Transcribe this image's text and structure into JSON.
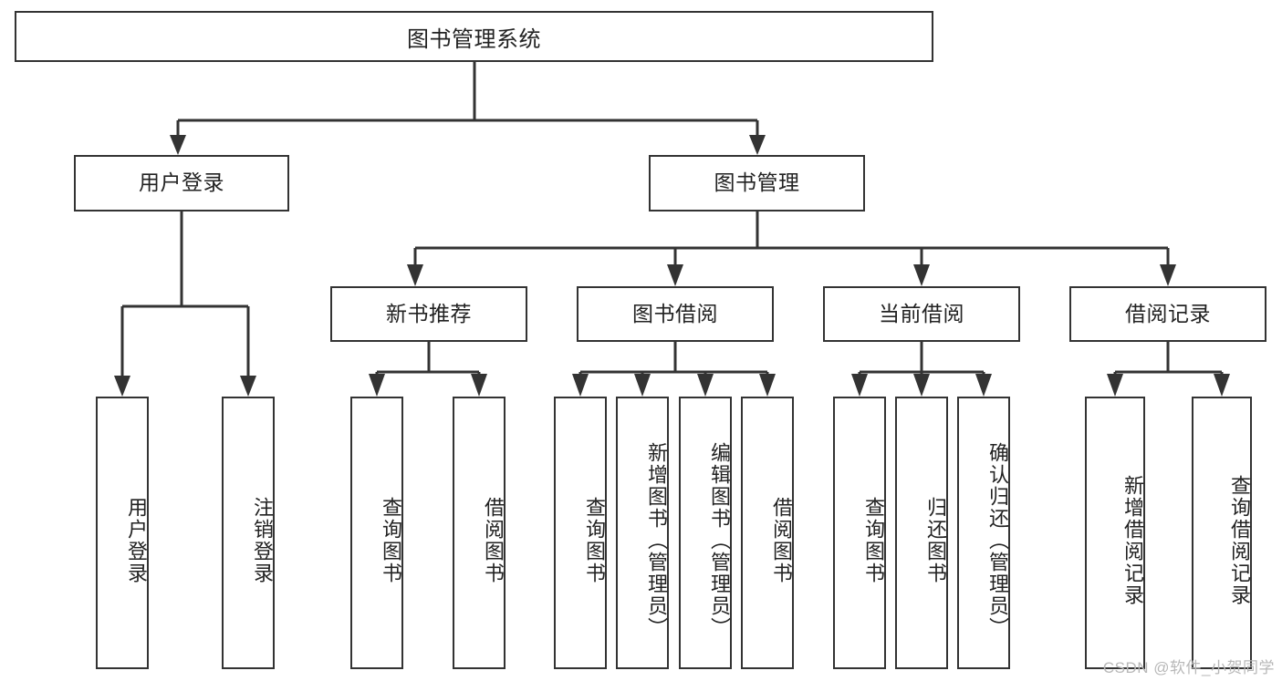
{
  "diagram": {
    "type": "tree",
    "title": "图书管理系统",
    "watermark": "CSDN @软件_小贺同学",
    "colors": {
      "stroke": "#333333",
      "fill": "#ffffff",
      "text": "#222222",
      "watermark": "#b8b8b8"
    },
    "levels": {
      "root": {
        "label": "图书管理系统"
      },
      "level2": [
        {
          "label": "用户登录"
        },
        {
          "label": "图书管理"
        }
      ],
      "level3": [
        {
          "label": "新书推荐"
        },
        {
          "label": "图书借阅"
        },
        {
          "label": "当前借阅"
        },
        {
          "label": "借阅记录"
        }
      ],
      "level4": [
        {
          "label": "用户登录",
          "parent": "用户登录"
        },
        {
          "label": "注销登录",
          "parent": "用户登录"
        },
        {
          "label": "查询图书",
          "parent": "新书推荐"
        },
        {
          "label": "借阅图书",
          "parent": "新书推荐"
        },
        {
          "label": "查询图书",
          "parent": "图书借阅"
        },
        {
          "label": "新增图书（管理员）",
          "parent": "图书借阅"
        },
        {
          "label": "编辑图书（管理员）",
          "parent": "图书借阅"
        },
        {
          "label": "借阅图书",
          "parent": "图书借阅"
        },
        {
          "label": "查询图书",
          "parent": "当前借阅"
        },
        {
          "label": "归还图书",
          "parent": "当前借阅"
        },
        {
          "label": "确认归还（管理员）",
          "parent": "当前借阅"
        },
        {
          "label": "新增借阅记录",
          "parent": "借阅记录"
        },
        {
          "label": "查询借阅记录",
          "parent": "借阅记录"
        }
      ]
    }
  }
}
